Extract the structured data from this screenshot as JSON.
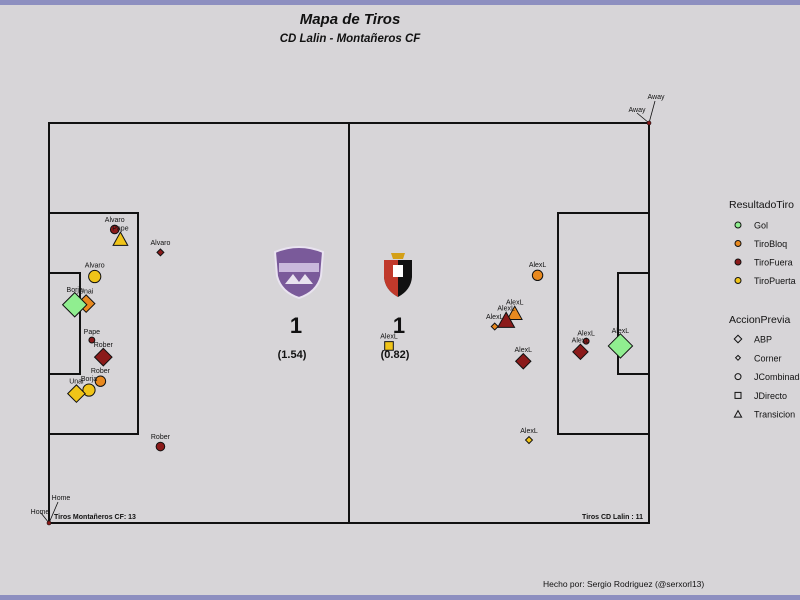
{
  "chart_data": {
    "type": "scatter",
    "title": "Mapa de Tiros",
    "subtitle": "CD Lalin - Montañeros CF",
    "xlim": [
      0,
      105
    ],
    "ylim": [
      0,
      68
    ],
    "home": {
      "score": "1",
      "xg": "(1.54)",
      "shots_label": "Tiros Montañeros CF: 13",
      "corner_label": "Home",
      "crest": "Montañeros CF",
      "crest_color": "#7a5a9a"
    },
    "away": {
      "score": "1",
      "xg": "(0.82)",
      "shots_label": "Tiros CD Lalin : 11",
      "corner_label": "Away",
      "crest": "CD Lalin",
      "crest_color": "#c0392b"
    },
    "legend_result": {
      "title": "ResultadoTiro",
      "items": [
        {
          "name": "Gol",
          "color": "#90ee90"
        },
        {
          "name": "TiroBloq",
          "color": "#e8891f"
        },
        {
          "name": "TiroFuera",
          "color": "#8b1a1a"
        },
        {
          "name": "TiroPuerta",
          "color": "#f0c419"
        }
      ]
    },
    "legend_action": {
      "title": "AccionPrevia",
      "items": [
        {
          "name": "ABP",
          "shape": "diamond"
        },
        {
          "name": "Corner",
          "shape": "diamond-small"
        },
        {
          "name": "JCombinada",
          "shape": "circle"
        },
        {
          "name": "JDirecto",
          "shape": "square"
        },
        {
          "name": "Transicion",
          "shape": "triangle"
        }
      ]
    },
    "series": [
      {
        "name": "Home",
        "points": [
          {
            "label": "Alvaro",
            "x": 11.5,
            "y": 49.9,
            "result": "TiroFuera",
            "action": "JCombinada",
            "size": 3
          },
          {
            "label": "Pape",
            "x": 12.5,
            "y": 48.2,
            "result": "TiroPuerta",
            "action": "Transicion",
            "size": 5
          },
          {
            "label": "Alvaro",
            "x": 19.5,
            "y": 46.0,
            "result": "TiroFuera",
            "action": "Corner",
            "size": 3
          },
          {
            "label": "Alvaro",
            "x": 8.0,
            "y": 41.9,
            "result": "TiroPuerta",
            "action": "JCombinada",
            "size": 5
          },
          {
            "label": "Unai",
            "x": 6.5,
            "y": 37.3,
            "result": "TiroBloq",
            "action": "ABP",
            "size": 6
          },
          {
            "label": "Borja",
            "x": 4.5,
            "y": 37.1,
            "result": "Gol",
            "action": "ABP",
            "size": 9
          },
          {
            "label": "Pape",
            "x": 7.5,
            "y": 31.1,
            "result": "TiroFuera",
            "action": "JCombinada",
            "size": 1.5
          },
          {
            "label": "Rober",
            "x": 9.5,
            "y": 28.2,
            "result": "TiroFuera",
            "action": "ABP",
            "size": 6
          },
          {
            "label": "Rober",
            "x": 9.0,
            "y": 24.1,
            "result": "TiroBloq",
            "action": "JCombinada",
            "size": 4
          },
          {
            "label": "Borja",
            "x": 7.0,
            "y": 22.6,
            "result": "TiroPuerta",
            "action": "JCombinada",
            "size": 5
          },
          {
            "label": "Unai",
            "x": 4.8,
            "y": 22.0,
            "result": "TiroPuerta",
            "action": "ABP",
            "size": 6
          },
          {
            "label": "Rober",
            "x": 19.5,
            "y": 13.0,
            "result": "TiroFuera",
            "action": "JCombinada",
            "size": 3
          }
        ]
      },
      {
        "name": "Away",
        "points": [
          {
            "label": "AlexL",
            "x": 59.5,
            "y": 30.1,
            "result": "TiroPuerta",
            "action": "JDirecto",
            "size": 3
          },
          {
            "label": "AlexL",
            "x": 85.5,
            "y": 42.1,
            "result": "TiroBloq",
            "action": "JCombinada",
            "size": 4
          },
          {
            "label": "AlexL",
            "x": 81.5,
            "y": 35.6,
            "result": "TiroBloq",
            "action": "Transicion",
            "size": 5
          },
          {
            "label": "AlexL",
            "x": 80.0,
            "y": 34.4,
            "result": "TiroFuera",
            "action": "Transicion",
            "size": 6
          },
          {
            "label": "AlexL",
            "x": 78.0,
            "y": 33.4,
            "result": "TiroBloq",
            "action": "Corner",
            "size": 3
          },
          {
            "label": "AlexL",
            "x": 83.0,
            "y": 27.5,
            "result": "TiroFuera",
            "action": "ABP",
            "size": 5
          },
          {
            "label": "AlexL",
            "x": 94.0,
            "y": 30.9,
            "result": "TiroFuera",
            "action": "JCombinada",
            "size": 1.5
          },
          {
            "label": "AlexL",
            "x": 93.0,
            "y": 29.1,
            "result": "TiroFuera",
            "action": "ABP",
            "size": 5
          },
          {
            "label": "AlexL",
            "x": 100.0,
            "y": 30.1,
            "result": "Gol",
            "action": "ABP",
            "size": 9
          },
          {
            "label": "AlexL",
            "x": 84.0,
            "y": 14.1,
            "result": "TiroPuerta",
            "action": "Corner",
            "size": 3
          }
        ]
      }
    ],
    "credit": "Hecho por: Sergio Rodriguez (@serxorl13)"
  }
}
